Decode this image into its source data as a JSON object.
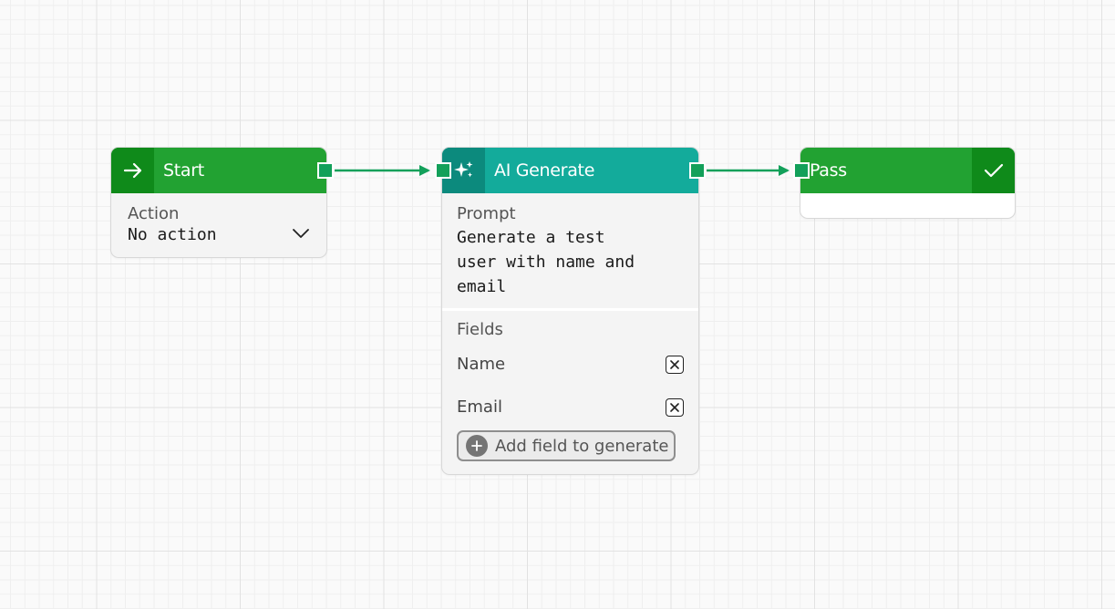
{
  "nodes": {
    "start": {
      "title": "Start",
      "icon": "arrow-right-icon",
      "action_label": "Action",
      "action_value": "No action"
    },
    "ai_generate": {
      "title": "AI Generate",
      "icon": "sparkle-icon",
      "prompt_label": "Prompt",
      "prompt_lines": [
        "Generate a test",
        "user with name and",
        "email"
      ],
      "fields_label": "Fields",
      "fields": [
        "Name",
        "Email"
      ],
      "add_field_label": "Add field to generate"
    },
    "pass": {
      "title": "Pass",
      "icon": "check-icon"
    }
  },
  "colors": {
    "start_header": "#22a232",
    "ai_header": "#13ab9b",
    "pass_header": "#22a232",
    "edge": "#13a05a"
  }
}
